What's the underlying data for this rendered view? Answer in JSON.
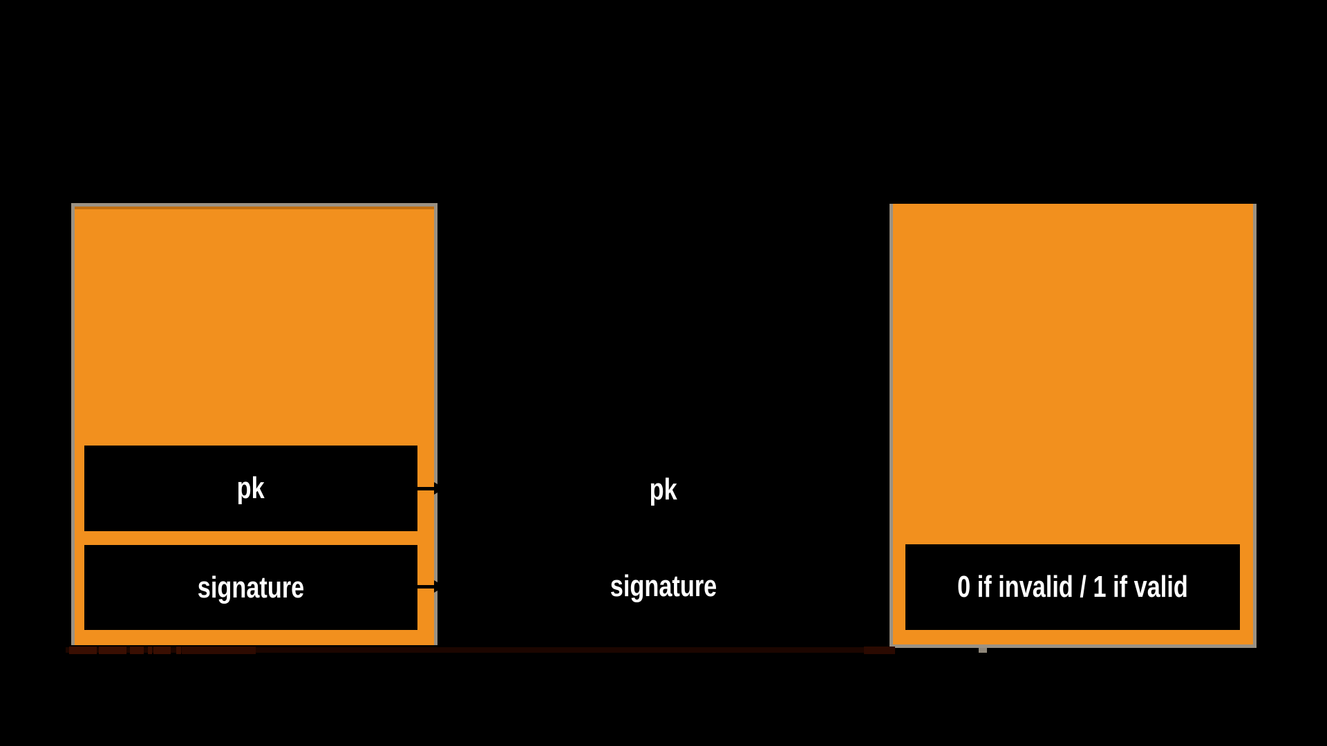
{
  "slide": {
    "background_color": "#000000",
    "left_panel": {
      "fields": [
        {
          "label": "pk"
        },
        {
          "label": "signature"
        }
      ]
    },
    "middle_labels": {
      "pk": "pk",
      "signature": "signature"
    },
    "right_panel": {
      "result_label": "0 if invalid / 1 if valid"
    },
    "colors": {
      "bg": "#000000",
      "orange": "#F2901E",
      "border_gray": "#9B9284",
      "field_black": "#000000",
      "text_white": "#FFFFFF",
      "top_shadow": "#C26F10",
      "artifact_maroon": "#3A0F02"
    }
  }
}
